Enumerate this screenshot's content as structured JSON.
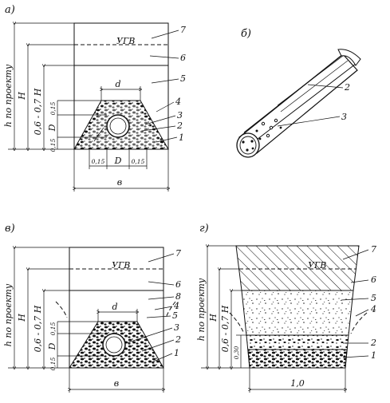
{
  "panels": {
    "a": {
      "section_label": "а)",
      "dims": {
        "h": "h по проекту",
        "H": "H",
        "mid": "0,6 - 0,7 H",
        "d": "d",
        "D": "D",
        "d15a": "0,15",
        "d15b": "0,15",
        "w15a": "0,15",
        "w15b": "0,15",
        "wD": "D",
        "b": "в"
      },
      "ugv": "УГВ",
      "callouts": [
        "7",
        "6",
        "5",
        "4",
        "3",
        "2",
        "1"
      ]
    },
    "b": {
      "section_label": "б)",
      "callouts": [
        "2",
        "3"
      ]
    },
    "v": {
      "section_label": "в)",
      "dims": {
        "h": "h по проекту",
        "H": "H",
        "mid": "0,6 - 0,7 H",
        "d": "d",
        "D": "D",
        "d15a": "0,15",
        "d15b": "0,15",
        "b": "в"
      },
      "ugv": "УГВ",
      "callouts": [
        "7",
        "6",
        "8",
        "4",
        "5",
        "3",
        "2",
        "1"
      ]
    },
    "g": {
      "section_label": "г)",
      "dims": {
        "h": "h по проекту",
        "H": "H",
        "mid": "0,6 - 0,7 H",
        "d30": "0,30",
        "width": "1,0"
      },
      "ugv": "УГВ",
      "callouts": [
        "7",
        "6",
        "5",
        "4",
        "2",
        "1"
      ]
    }
  }
}
